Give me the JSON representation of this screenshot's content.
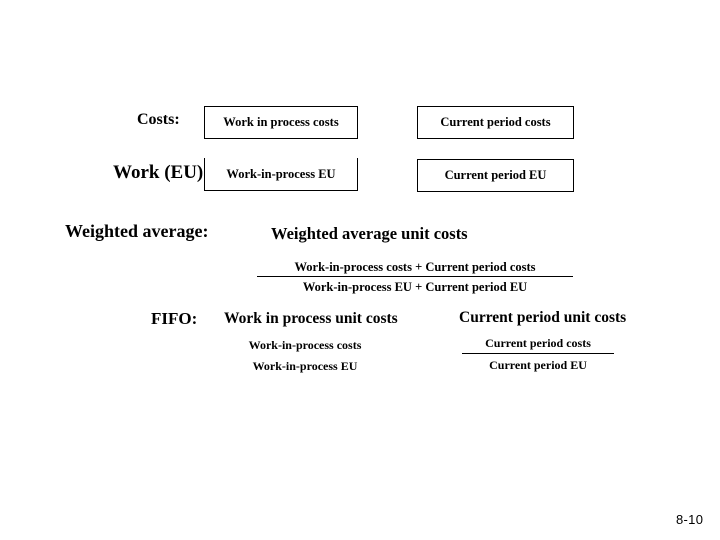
{
  "slide": {
    "page_number": "8-10",
    "background_color": "#ffffff",
    "text_color": "#000000",
    "rule_color": "#000000"
  },
  "rows": {
    "costs": {
      "label": "Costs:",
      "left_box": "Work in process costs",
      "right_box": "Current period costs"
    },
    "work_eu": {
      "label": "Work (EU)",
      "left_box": "Work-in-process EU",
      "right_box": "Current period EU"
    }
  },
  "weighted_average": {
    "label": "Weighted average:",
    "heading": "Weighted average unit costs",
    "numerator": "Work-in-process costs + Current period costs",
    "denominator": "Work-in-process EU + Current period EU",
    "rule_visible": true
  },
  "fifo": {
    "label": "FIFO:",
    "left": {
      "heading": "Work in process unit costs",
      "numerator": "Work-in-process costs",
      "denominator": "Work-in-process EU",
      "rule_visible": false
    },
    "right": {
      "heading": "Current period unit costs",
      "numerator": "Current period costs",
      "denominator": "Current period EU",
      "rule_visible": true
    }
  }
}
